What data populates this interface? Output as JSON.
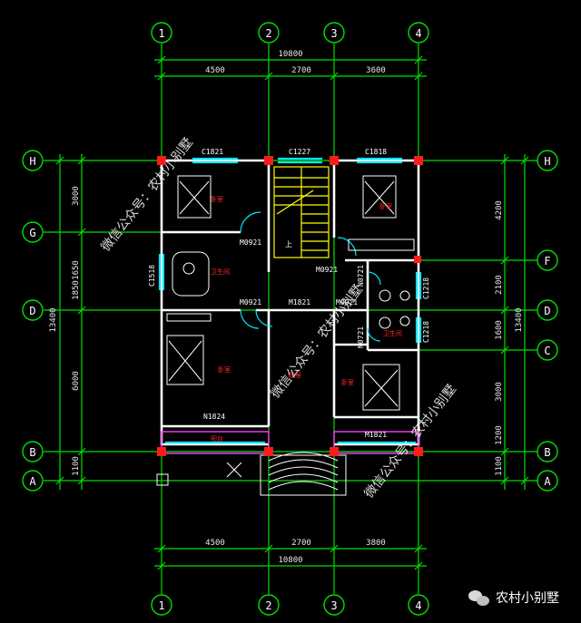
{
  "axes": {
    "vertical": [
      "1",
      "2",
      "3",
      "4"
    ],
    "horizontal": [
      "H",
      "G",
      "F",
      "D",
      "C",
      "B",
      "A"
    ]
  },
  "dimensions": {
    "top_total": "10800",
    "top_parts": [
      "4500",
      "2700",
      "3600"
    ],
    "bottom_total": "10800",
    "bottom_parts": [
      "4500",
      "2700",
      "3800"
    ],
    "left_total": "13400",
    "left_parts": [
      "3000",
      "1650",
      "1850",
      "6000",
      "1100"
    ],
    "right_total": "13400",
    "right_parts": [
      "4200",
      "2100",
      "1600",
      "3000",
      "1200",
      "1100"
    ]
  },
  "labels": {
    "window_top_left": "C1821",
    "window_top_mid": "C1227",
    "window_top_right": "C1818",
    "window_left": "C1518",
    "window_right_1": "C1218",
    "window_right_2": "C1218",
    "door_m0921_a": "M0921",
    "door_m0921_b": "M0921",
    "door_m0921_c": "M0921",
    "door_m0921_d": "M0921",
    "door_m1821": "M1821",
    "door_m1821_b": "M1821",
    "door_n1824": "N1824",
    "door_n0721_a": "N0721",
    "door_n0721_b": "N0721",
    "stair_up": "上"
  },
  "rooms": {
    "bedroom_tl": "卧室",
    "bedroom_tr": "卧室",
    "bath_left": "卫生间",
    "bedroom_bl": "卧室",
    "hall": "起居",
    "bedroom_br": "卧室",
    "bath_right": "卫生间",
    "balcony": "阳台"
  },
  "watermark": "微信公众号：农村小别墅",
  "brand": "农村小别墅",
  "colors": {
    "grid": "#00e000",
    "wall": "#ffffff",
    "column": "#ff1a1a",
    "window": "#00e5ff",
    "stair": "#ffff00",
    "text_red": "#ff2a2a"
  }
}
